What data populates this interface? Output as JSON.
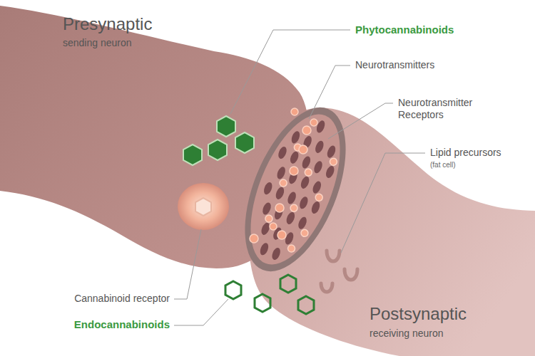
{
  "diagram": {
    "labels": [
      "Presynaptic",
      "sending neuron",
      "Phytocannabinoids",
      "Neurotransmitters",
      "Neurotransmitter Receptors",
      "Lipid precursors",
      "(fat cell)",
      "Cannabinoid receptor",
      "Endocannabinoids",
      "Postsynaptic",
      "receiving neuron"
    ]
  }
}
